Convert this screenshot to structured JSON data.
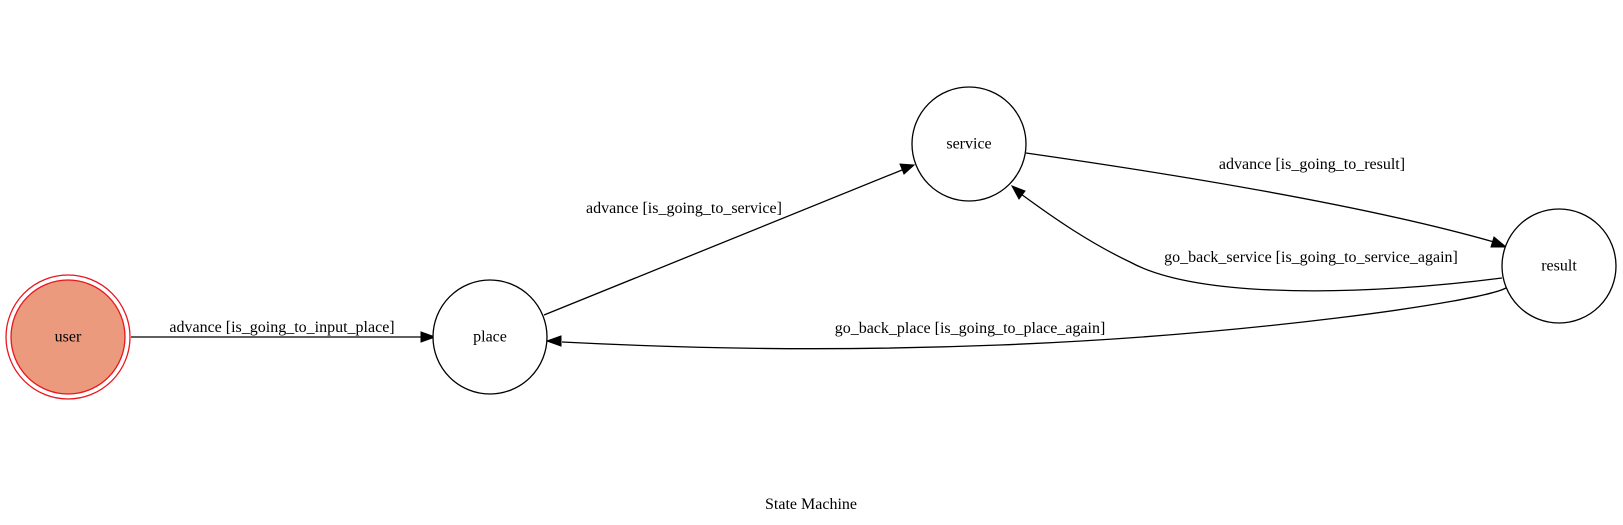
{
  "diagram": {
    "title": "State Machine",
    "nodes": {
      "user": {
        "label": "user",
        "fill": "#ec9a7e",
        "stroke": "#e8161e",
        "initial": true
      },
      "place": {
        "label": "place",
        "fill": "#ffffff",
        "stroke": "#000000"
      },
      "service": {
        "label": "service",
        "fill": "#ffffff",
        "stroke": "#000000"
      },
      "result": {
        "label": "result",
        "fill": "#ffffff",
        "stroke": "#000000"
      }
    },
    "edges": {
      "user_place": {
        "from": "user",
        "to": "place",
        "label": "advance [is_going_to_input_place]"
      },
      "place_service": {
        "from": "place",
        "to": "service",
        "label": "advance [is_going_to_service]"
      },
      "service_result": {
        "from": "service",
        "to": "result",
        "label": "advance [is_going_to_result]"
      },
      "result_service": {
        "from": "result",
        "to": "service",
        "label": "go_back_service [is_going_to_service_again]"
      },
      "result_place": {
        "from": "result",
        "to": "place",
        "label": "go_back_place [is_going_to_place_again]"
      }
    }
  }
}
